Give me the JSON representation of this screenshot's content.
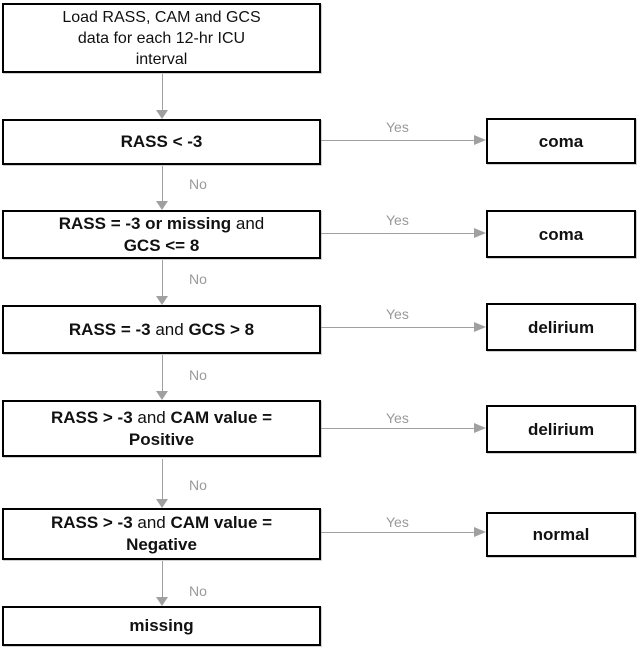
{
  "flow": {
    "labels": {
      "yes": "Yes",
      "no": "No"
    },
    "nodes": {
      "start": {
        "lines": [
          [
            {
              "t": "Load RASS, CAM and GCS",
              "b": false
            }
          ],
          [
            {
              "t": "data for each 12-hr ICU",
              "b": false
            }
          ],
          [
            {
              "t": "interval",
              "b": false
            }
          ]
        ]
      },
      "d1": {
        "lines": [
          [
            {
              "t": "RASS < -3",
              "b": true
            }
          ]
        ]
      },
      "d2": {
        "lines": [
          [
            {
              "t": "RASS = -3 or missing",
              "b": true
            },
            {
              "t": " and",
              "b": false
            }
          ],
          [
            {
              "t": "GCS <= 8",
              "b": true
            }
          ]
        ]
      },
      "d3": {
        "lines": [
          [
            {
              "t": "RASS = -3",
              "b": true
            },
            {
              "t": " and ",
              "b": false
            },
            {
              "t": "GCS > 8",
              "b": true
            }
          ]
        ]
      },
      "d4": {
        "lines": [
          [
            {
              "t": "RASS > -3",
              "b": true
            },
            {
              "t": " and ",
              "b": false
            },
            {
              "t": "CAM value =",
              "b": true
            }
          ],
          [
            {
              "t": "Positive",
              "b": true
            }
          ]
        ]
      },
      "d5": {
        "lines": [
          [
            {
              "t": "RASS > -3",
              "b": true
            },
            {
              "t": " and ",
              "b": false
            },
            {
              "t": "CAM value =",
              "b": true
            }
          ],
          [
            {
              "t": "Negative",
              "b": true
            }
          ]
        ]
      },
      "missing": {
        "lines": [
          [
            {
              "t": "missing",
              "b": true
            }
          ]
        ]
      }
    },
    "outcomes": [
      {
        "label": "coma"
      },
      {
        "label": "coma"
      },
      {
        "label": "delirium"
      },
      {
        "label": "delirium"
      },
      {
        "label": "normal"
      }
    ],
    "colors": {
      "box_border": "#000000",
      "arrow": "#a0a0a0",
      "edge_label": "#999999",
      "text": "#111111",
      "background": "#ffffff"
    }
  }
}
